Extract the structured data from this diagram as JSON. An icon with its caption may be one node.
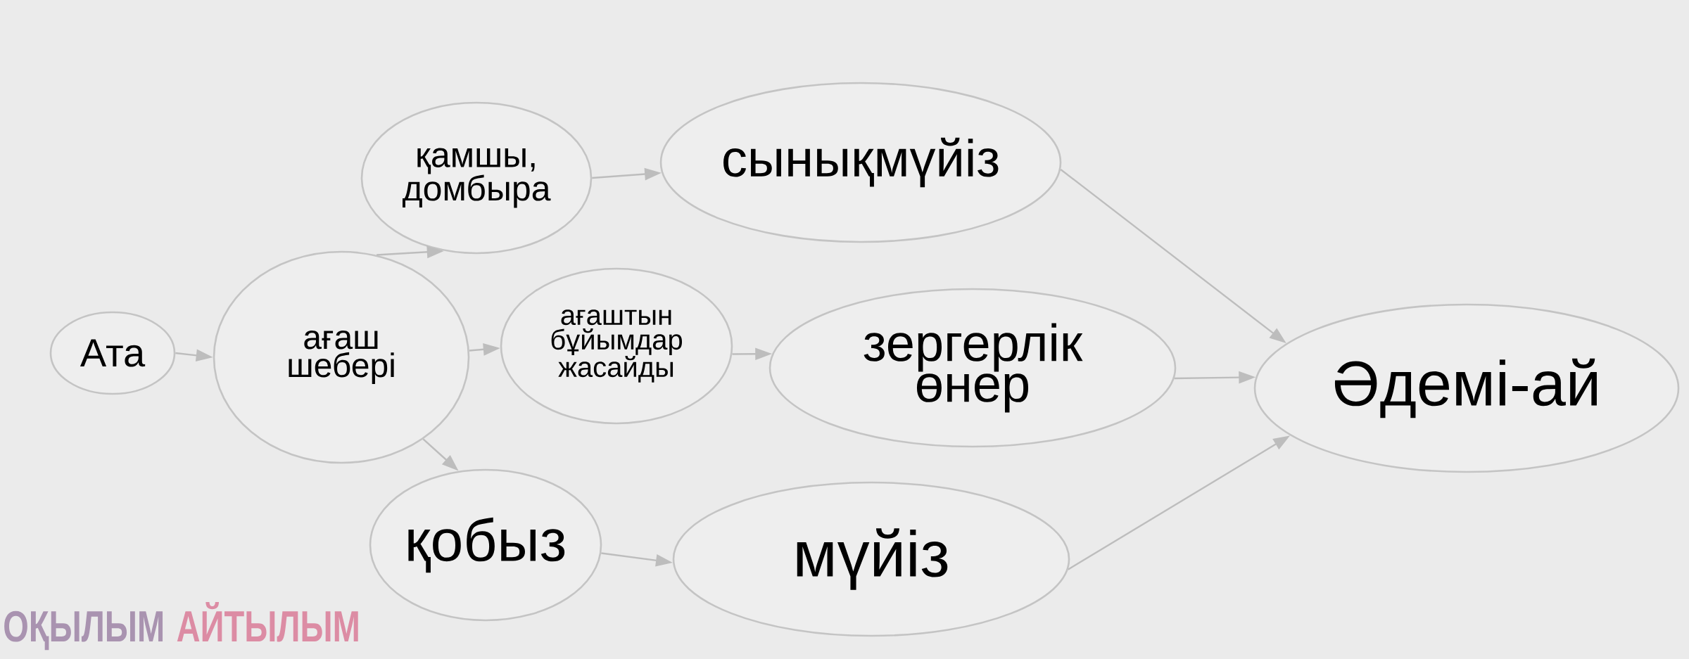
{
  "diagram": {
    "nodes": [
      {
        "text": [
          "Ата"
        ]
      },
      {
        "text": [
          "ағаш шебері"
        ]
      },
      {
        "text": [
          "қамшы, домбыра"
        ]
      },
      {
        "text": [
          "ағаштын бұйымдар жасайды"
        ]
      },
      {
        "text": [
          "қобыз"
        ]
      },
      {
        "text": [
          "сынықмүйіз"
        ]
      },
      {
        "text": [
          "зергерлік өнер"
        ]
      },
      {
        "text": [
          "мүйіз"
        ]
      },
      {
        "text": [
          "Әдемі-ай"
        ]
      }
    ],
    "edges": [
      {
        "from": 0,
        "to": 1,
        "arrow": "to"
      },
      {
        "from": 1,
        "to": 2,
        "arrow": "to"
      },
      {
        "from": 1,
        "to": 3,
        "arrow": "to"
      },
      {
        "from": 1,
        "to": 4,
        "arrow": "to"
      },
      {
        "from": 2,
        "to": 5,
        "arrow": "to"
      },
      {
        "from": 3,
        "to": 6,
        "arrow": "to"
      },
      {
        "from": 4,
        "to": 7,
        "arrow": "to"
      },
      {
        "from": 5,
        "to": 8,
        "arrow": "to"
      },
      {
        "from": 6,
        "to": 8,
        "arrow": "to"
      },
      {
        "from": 7,
        "to": 8,
        "arrow": "to"
      }
    ],
    "labels": [
      "ОҚЫЛЫМ",
      "АЙТЫЛЫМ"
    ]
  }
}
